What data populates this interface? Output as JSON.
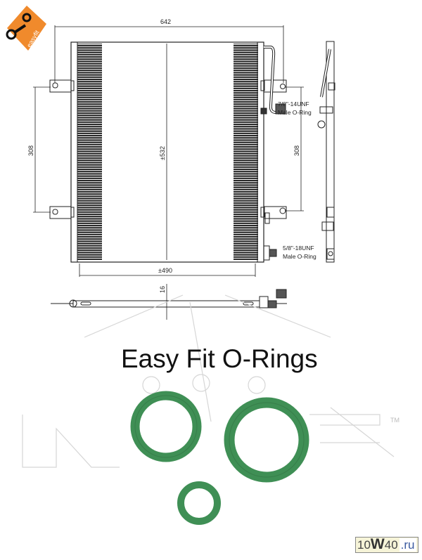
{
  "logo": {
    "text": "easyfit",
    "color": "#f08a2c"
  },
  "drawing": {
    "dimensions": {
      "overall_width": "642",
      "left_mount_spacing": "308",
      "right_mount_spacing": "308",
      "core_height": "±532",
      "core_width": "±490",
      "thickness": "16"
    },
    "callouts": {
      "upper_fitting_size": "7/8\"-14UNF",
      "upper_fitting_type": "Male O-Ring",
      "lower_fitting_size": "5/8\"-18UNF",
      "lower_fitting_type": "Male O-Ring"
    }
  },
  "promo": {
    "title": "Easy Fit O-Rings",
    "trademark": "TM",
    "ring_color": "#3f8f55"
  },
  "watermark": {
    "prefix": "10",
    "w": "W",
    "suffix": "40",
    "domain": ".ru"
  }
}
